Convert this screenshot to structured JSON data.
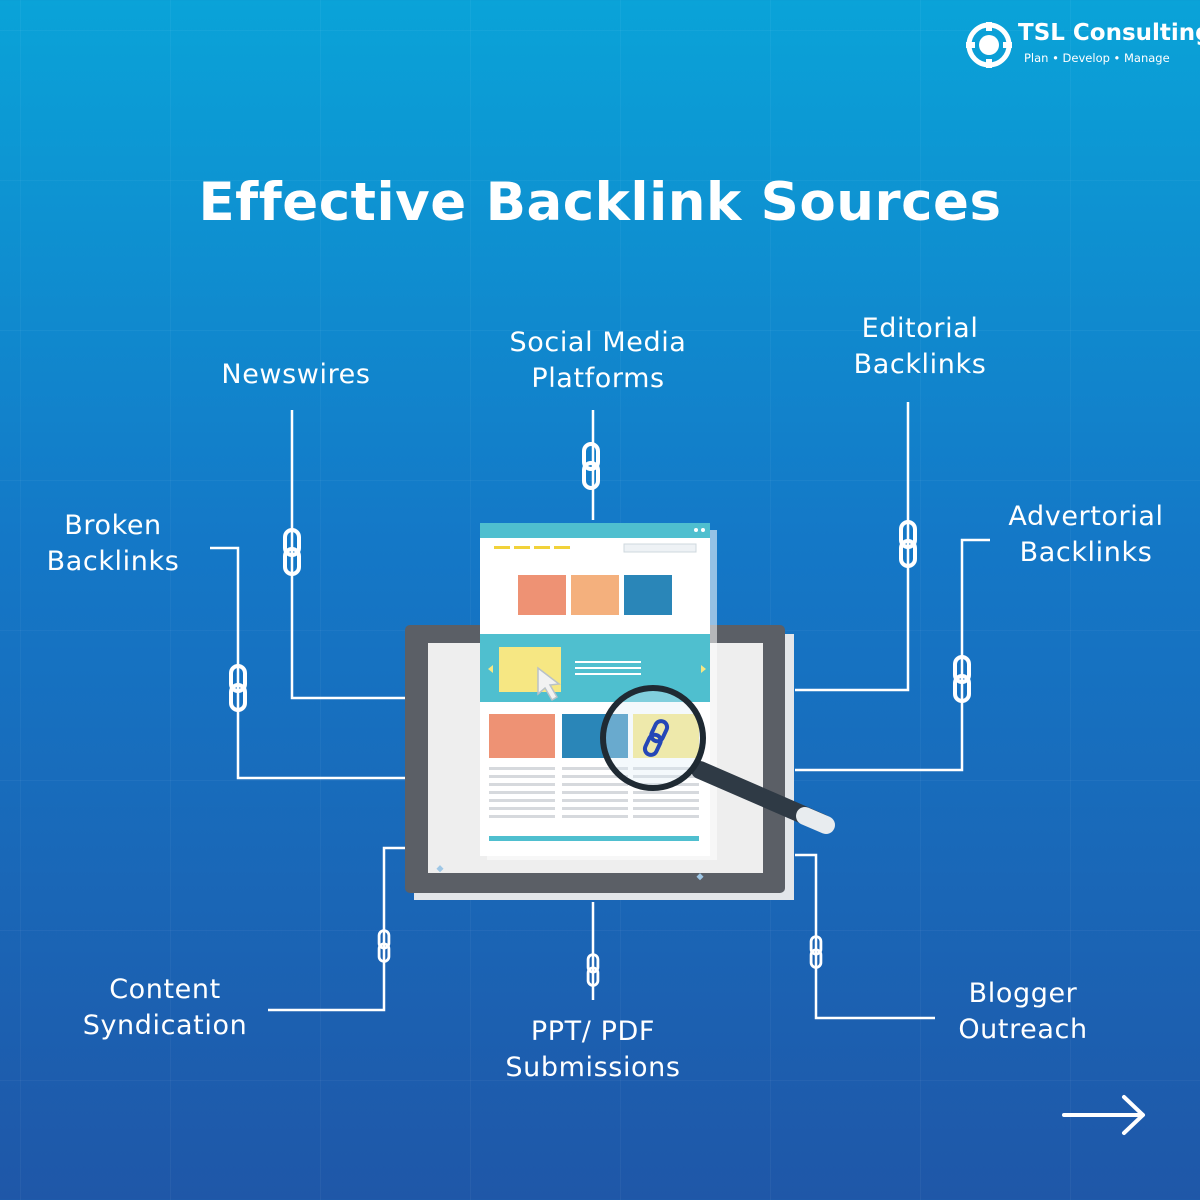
{
  "brand": {
    "name": "TSL Consulting",
    "tagline": "Plan • Develop • Manage"
  },
  "title": "Effective Backlink Sources",
  "sources": {
    "newswires": [
      "Newswires"
    ],
    "social_media": [
      "Social Media",
      "Platforms"
    ],
    "editorial": [
      "Editorial",
      "Backlinks"
    ],
    "broken": [
      "Broken",
      "Backlinks"
    ],
    "advertorial": [
      "Advertorial",
      "Backlinks"
    ],
    "content_syndication": [
      "Content",
      "Syndication"
    ],
    "ppt_pdf": [
      "PPT/ PDF",
      "Submissions"
    ],
    "blogger_outreach": [
      "Blogger",
      "Outreach"
    ]
  },
  "colors": {
    "background_top": "#0aa3d8",
    "background_bottom": "#1f57a8",
    "monitor": "#5b5f66",
    "teal": "#4fbfcf",
    "salmon": "#ee9274",
    "peach": "#f4b07d",
    "blue": "#2a86b8",
    "yellow": "#f6e783"
  },
  "icons": {
    "logo": "tsl-target-logo",
    "link": "chain-link-icon",
    "magnifier": "magnifying-glass-icon",
    "cursor": "mouse-pointer-icon",
    "next": "right-arrow-icon"
  }
}
